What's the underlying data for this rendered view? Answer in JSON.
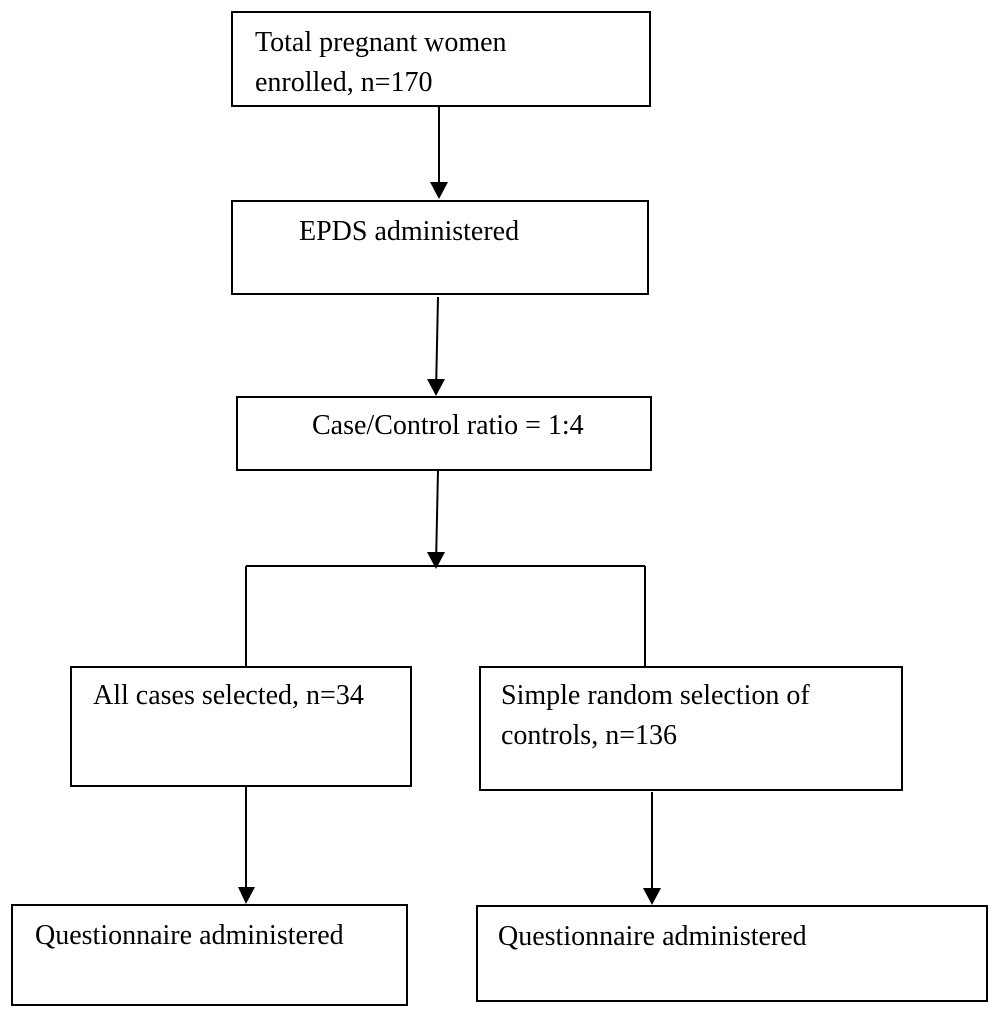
{
  "boxes": {
    "enrolled": "Total pregnant women\nenrolled, n=170",
    "epds": "EPDS administered",
    "ratio": "Case/Control ratio = 1:4",
    "cases": "All cases selected, n=34",
    "controls": "Simple random selection of\ncontrols, n=136",
    "questionnaire_cases": "Questionnaire administered",
    "questionnaire_controls": "Questionnaire administered"
  }
}
